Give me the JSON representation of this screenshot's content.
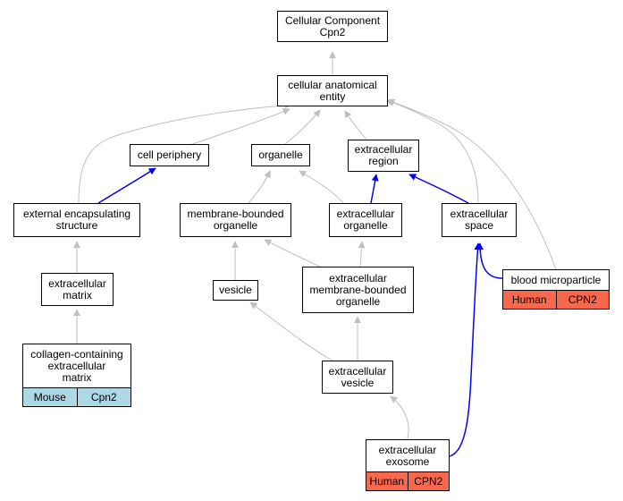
{
  "colors": {
    "is_a_edge": "#bfbfbf",
    "part_of_edge": "#0000ff",
    "human_tag": "#f9684d",
    "mouse_tag": "#add8e6",
    "node_border": "#000000",
    "node_fill": "#ffffff"
  },
  "nodes": {
    "root": {
      "lines": [
        "Cellular Component",
        "Cpn2"
      ]
    },
    "cellular_anatomical_entity": {
      "lines": [
        "cellular anatomical",
        "entity"
      ]
    },
    "cell_periphery": {
      "lines": [
        "cell periphery"
      ]
    },
    "organelle": {
      "lines": [
        "organelle"
      ]
    },
    "extracellular_region": {
      "lines": [
        "extracellular",
        "region"
      ]
    },
    "external_encapsulating_structure": {
      "lines": [
        "external encapsulating",
        "structure"
      ]
    },
    "membrane_bounded_organelle": {
      "lines": [
        "membrane-bounded",
        "organelle"
      ]
    },
    "extracellular_organelle": {
      "lines": [
        "extracellular",
        "organelle"
      ]
    },
    "extracellular_space": {
      "lines": [
        "extracellular",
        "space"
      ]
    },
    "blood_microparticle": {
      "lines": [
        "blood microparticle"
      ],
      "tags": [
        "Human",
        "CPN2"
      ]
    },
    "extracellular_matrix": {
      "lines": [
        "extracellular",
        "matrix"
      ]
    },
    "vesicle": {
      "lines": [
        "vesicle"
      ]
    },
    "extracellular_membrane_bounded_organelle": {
      "lines": [
        "extracellular",
        "membrane-bounded",
        "organelle"
      ]
    },
    "collagen_containing_extracellular_matrix": {
      "lines": [
        "collagen-containing",
        "extracellular",
        "matrix"
      ],
      "tags": [
        "Mouse",
        "Cpn2"
      ]
    },
    "extracellular_vesicle": {
      "lines": [
        "extracellular",
        "vesicle"
      ]
    },
    "extracellular_exosome": {
      "lines": [
        "extracellular",
        "exosome"
      ],
      "tags": [
        "Human",
        "CPN2"
      ]
    }
  }
}
